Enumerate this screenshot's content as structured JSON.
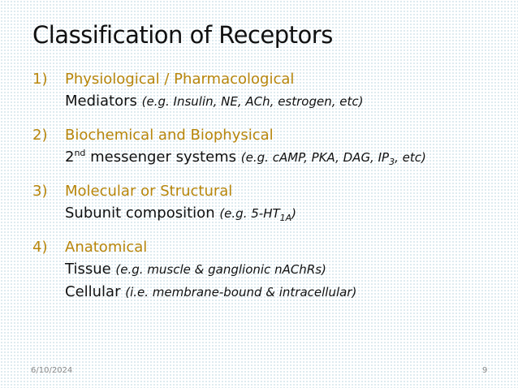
{
  "slide": {
    "title": "Classification of Receptors",
    "items": [
      {
        "number": "1)",
        "heading": "Physiological / Pharmacological",
        "details": [
          {
            "text": "Mediators ",
            "example": "(e.g. Insulin, NE, ACh, estrogen, etc)"
          }
        ]
      },
      {
        "number": "2)",
        "heading": "Biochemical and Biophysical",
        "details": [
          {
            "prefix": "2",
            "sup": "nd",
            "text": " messenger systems ",
            "example_a": "(e.g. cAMP, PKA, DAG, IP",
            "example_sub": "3",
            "example_b": ", etc)"
          }
        ]
      },
      {
        "number": "3)",
        "heading": "Molecular or Structural",
        "details": [
          {
            "text": "Subunit composition ",
            "example_a": "(e.g. 5-HT",
            "example_sub": "1A",
            "example_b": ")"
          }
        ]
      },
      {
        "number": "4)",
        "heading": "Anatomical",
        "details": [
          {
            "text": "Tissue ",
            "example": "(e.g. muscle & ganglionic nAChRs)"
          },
          {
            "text": "Cellular ",
            "example": "(i.e. membrane-bound & intracellular)"
          }
        ]
      }
    ]
  },
  "footer": {
    "date": "6/10/2024",
    "page": "9"
  },
  "colors": {
    "heading": "#b8860b",
    "text": "#111111",
    "footer": "#8a8a8a"
  }
}
